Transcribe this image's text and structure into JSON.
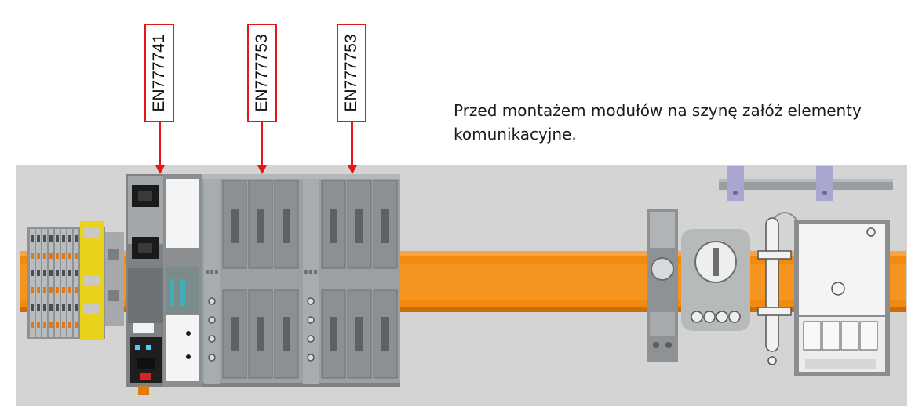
{
  "labels": [
    {
      "code": "EN777741"
    },
    {
      "code": "EN777753"
    },
    {
      "code": "EN777753"
    }
  ],
  "instruction": "Przed montażem modułów na szynę załóż elementy komunikacyjne.",
  "colors": {
    "callout_border": "#e3161c",
    "din_rail": "#f28a10",
    "panel_background": "#d4d4d4",
    "module_gray": "#9aa0a3",
    "terminal_yellow": "#e8d21c"
  },
  "icons": [
    "rj45-port-icon",
    "rj45-port-icon",
    "status-led-icon"
  ]
}
